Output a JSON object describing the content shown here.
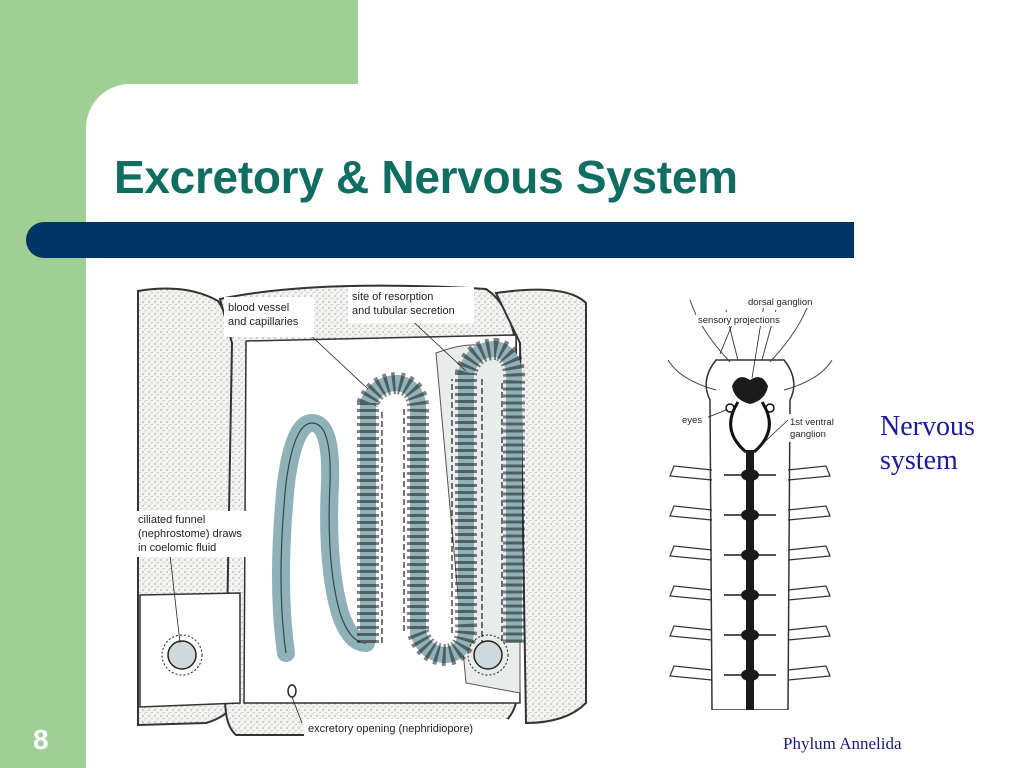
{
  "slide": {
    "title": "Excretory & Nervous System",
    "page_number": "8",
    "footer": "Phylum Annelida"
  },
  "excretory_figure": {
    "labels": {
      "blood_vessel_1": "blood vessel",
      "blood_vessel_2": "and capillaries",
      "resorption_1": "site of resorption",
      "resorption_2": "and tubular secretion",
      "funnel_1": "ciliated funnel",
      "funnel_2": "(nephrostome) draws",
      "funnel_3": "in coelomic fluid",
      "opening": "excretory opening (nephridiopore)"
    }
  },
  "nervous_figure": {
    "labels": {
      "dorsal_ganglion": "dorsal ganglion",
      "sensory_projections": "sensory projections",
      "eyes": "eyes",
      "ventral_1": "1st ventral",
      "ventral_2": "ganglion"
    },
    "caption_line1": "Nervous",
    "caption_line2": "system"
  },
  "colors": {
    "sidebar": "#9fcf95",
    "title": "#0f6d62",
    "title_bar": "#003366",
    "caption": "#1a1aa0"
  }
}
